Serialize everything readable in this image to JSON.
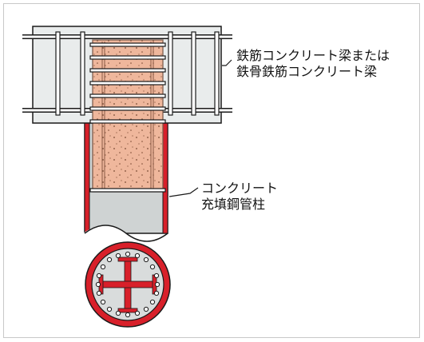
{
  "labels": {
    "beam_line1": "鉄筋コンクリート梁または",
    "beam_line2": "鉄骨鉄筋コンクリート梁",
    "column_line1": "コンクリート",
    "column_line2": "充填鋼管柱"
  },
  "colors": {
    "frame": "#c8c8c8",
    "beam_fill": "#e9ecec",
    "concrete": "#efb79c",
    "concrete_dark": "#d48f70",
    "steel_red": "#d8202a",
    "tube_gray": "#cfd3d3",
    "rebar": "#ffffff",
    "outline": "#1a1a1a"
  }
}
